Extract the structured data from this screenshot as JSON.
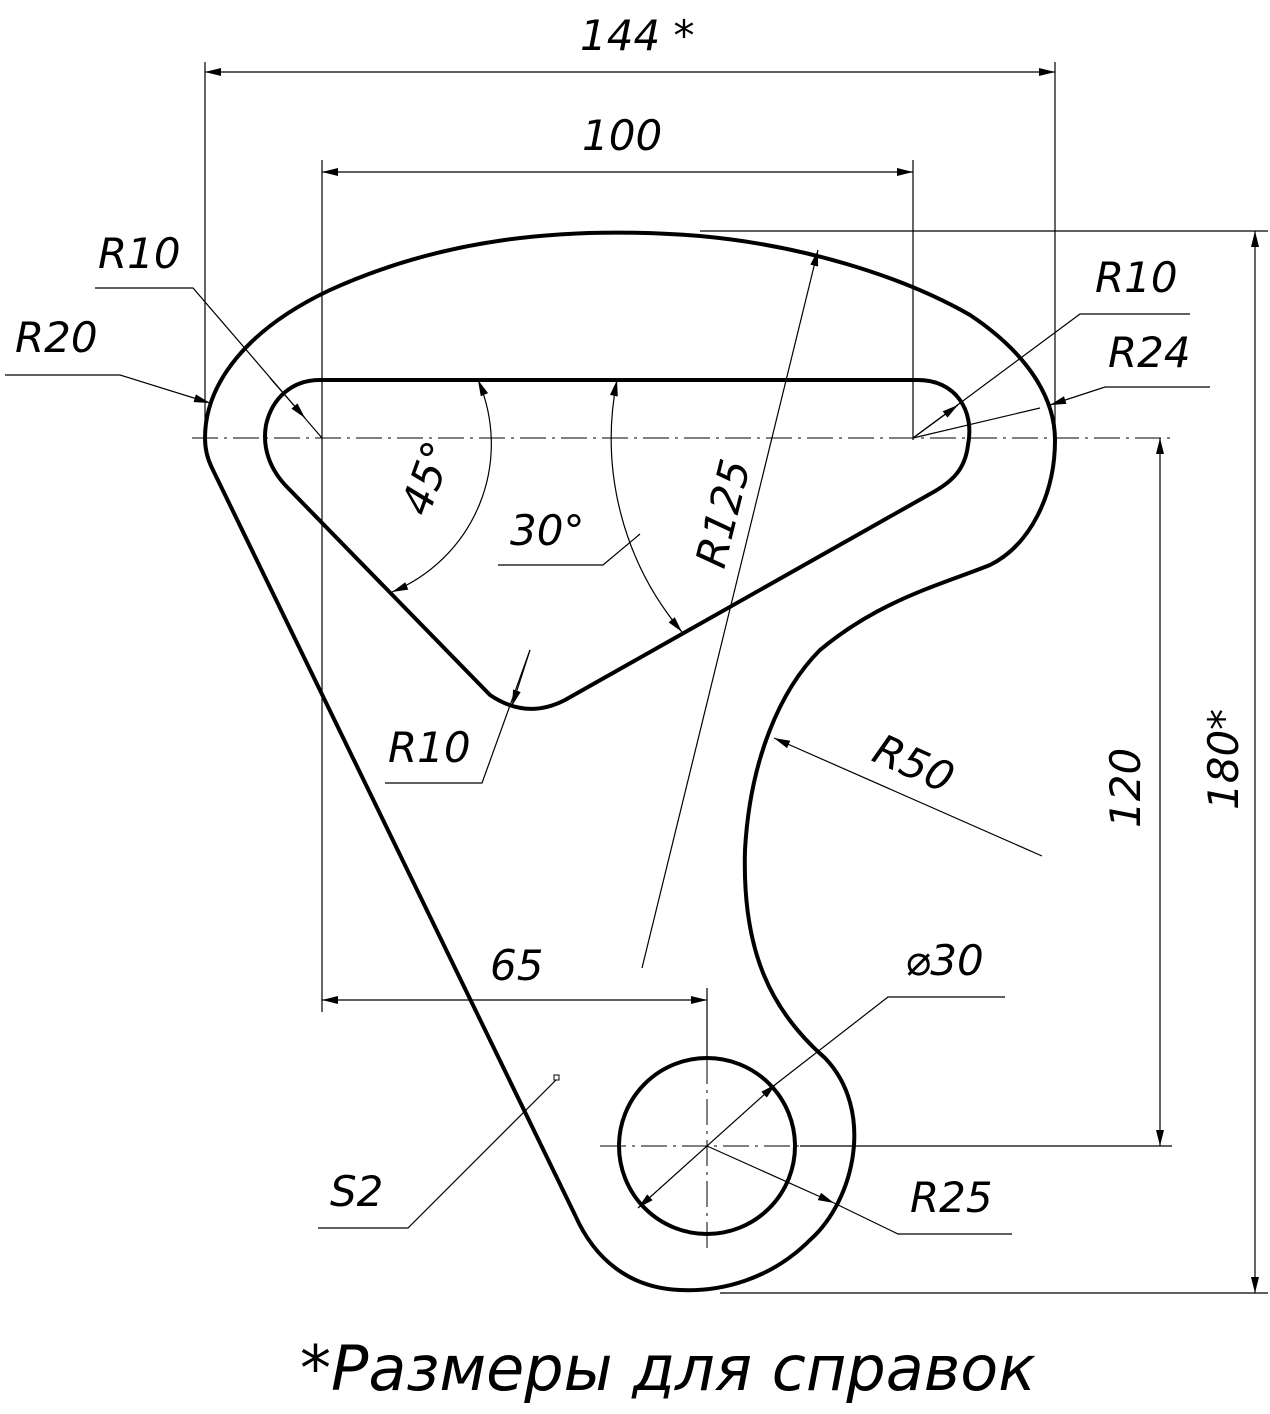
{
  "drawing": {
    "dimensions": {
      "overall_width": "144 *",
      "inner_width": "100",
      "overall_height": "180*",
      "vertical_center": "120",
      "hole_offset": "65",
      "hole_diameter": "⌀30",
      "outer_radius_top": "R125",
      "boss_radius": "R25",
      "concave_radius": "R50",
      "left_radius": "R20",
      "right_radius": "R24",
      "inner_radius_left": "R10",
      "inner_radius_right": "R10",
      "inner_radius_bottom": "R10",
      "angle_left": "45°",
      "angle_right": "30°",
      "thickness": "S2"
    },
    "note": "*Размеры для справок"
  }
}
